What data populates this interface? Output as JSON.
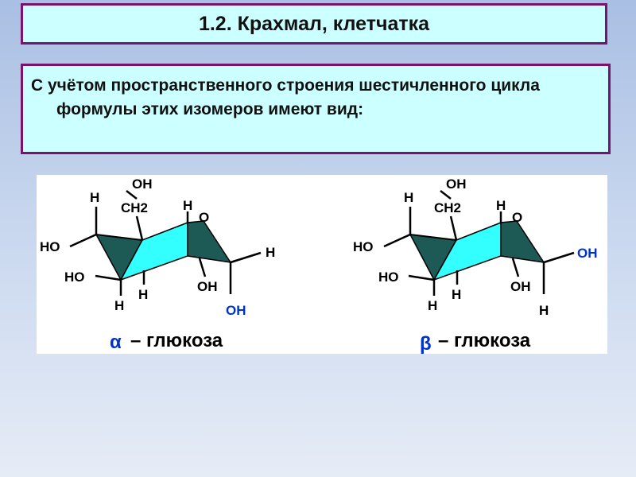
{
  "title": "1.2. Крахмал, клетчатка",
  "body_text": "С учётом пространственного строения шестичленного цикла формулы этих изомеров имеют вид:",
  "colors": {
    "box_fill": "#ccffff",
    "box_border": "#7a1370",
    "ring_light": "#33ffff",
    "ring_dark": "#1d5a56",
    "highlight": "#0033cc"
  },
  "alpha": {
    "oh_top": "OH",
    "ch2": "CH2",
    "h_top_left": "H",
    "h_top_right": "H",
    "ring_o": "O",
    "ho_left": "HO",
    "ho_lower": "HO",
    "h_right": "H",
    "h_bottom_left": "H",
    "h_bottom_mid": "H",
    "oh_bottom": "OH",
    "oh_anomeric": "OH",
    "caption_greek": "α",
    "caption": "– глюкоза"
  },
  "beta": {
    "oh_top": "OH",
    "ch2": "CH2",
    "h_top_left": "H",
    "h_top_right": "H",
    "ring_o": "O",
    "ho_left": "HO",
    "ho_lower": "HO",
    "oh_anomeric": "OH",
    "h_bottom_left": "H",
    "h_bottom_mid": "H",
    "oh_bottom": "OH",
    "h_anomeric": "H",
    "caption_greek": "β",
    "caption": "– глюкоза"
  }
}
